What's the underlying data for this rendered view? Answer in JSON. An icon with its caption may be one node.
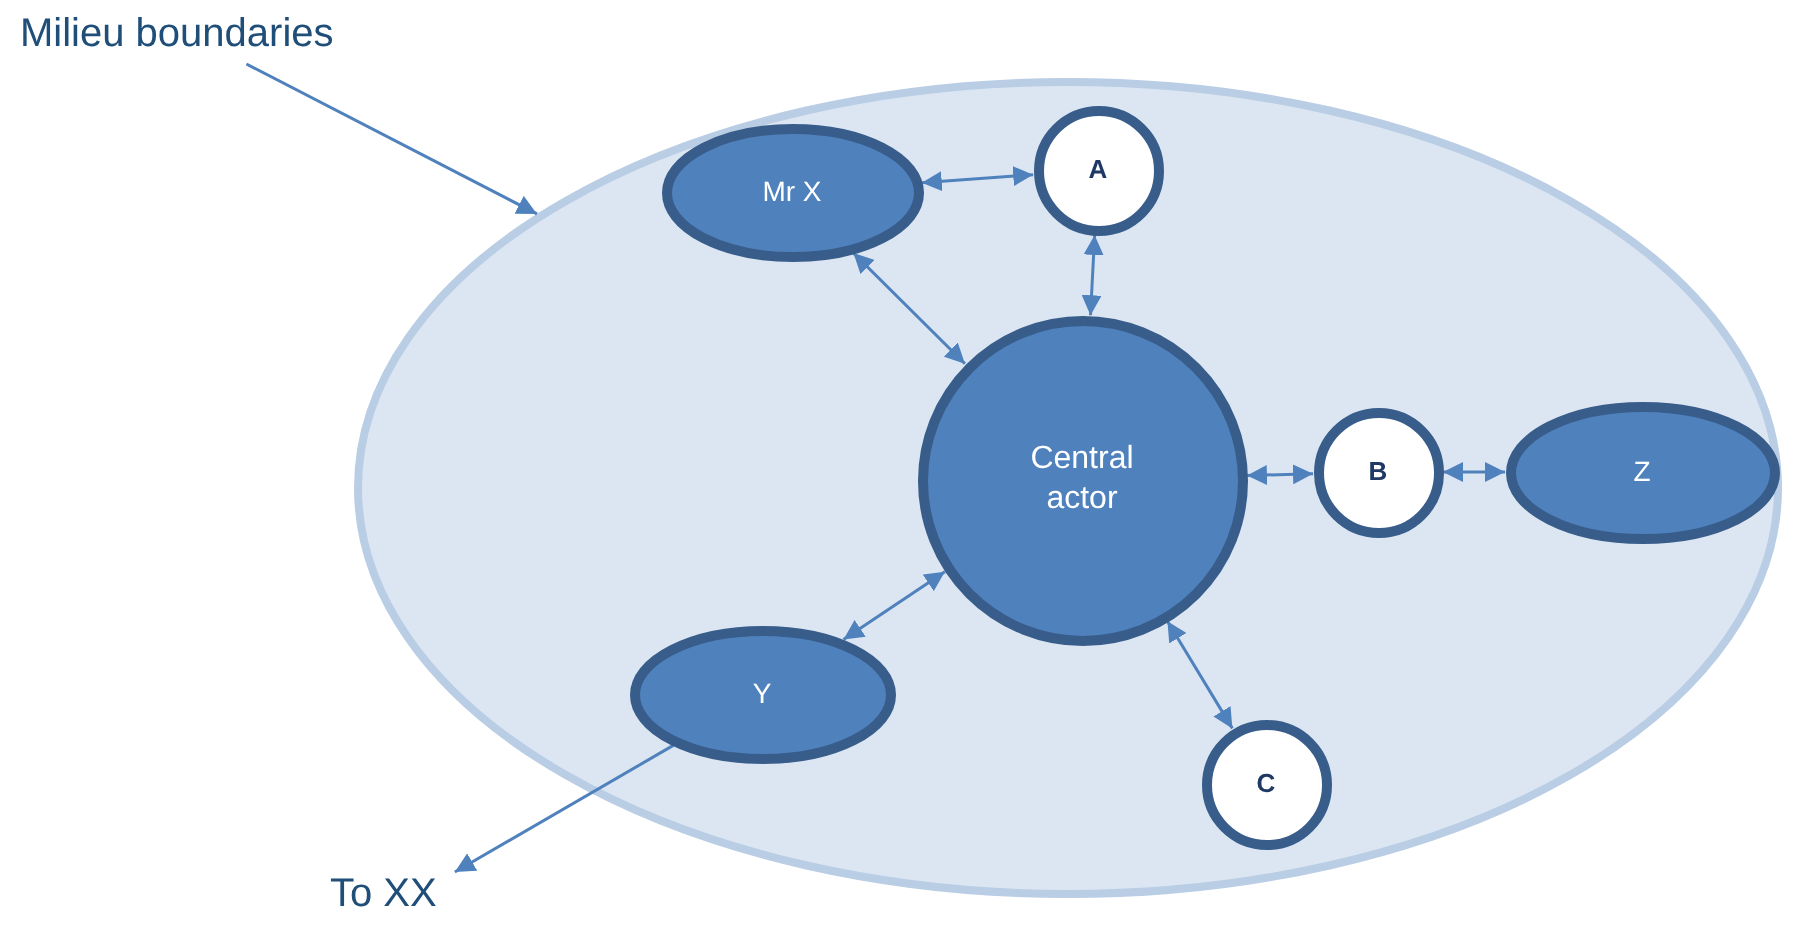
{
  "diagram": {
    "nodes": [
      {
        "text": [
          "Milieu boundaries"
        ]
      },
      {
        "text": [],
        "shape": "ellipse"
      },
      {
        "text": [
          "Mr X"
        ],
        "in": 1
      },
      {
        "text": [
          "A"
        ],
        "in": 1
      },
      {
        "text": [
          "Central actor"
        ],
        "in": 1
      },
      {
        "text": [
          "B"
        ],
        "in": 1
      },
      {
        "text": [
          "Z"
        ],
        "in": 1
      },
      {
        "text": [
          "Y"
        ],
        "in": 1
      },
      {
        "text": [
          "C"
        ],
        "in": 1
      },
      {
        "text": [
          "To XX"
        ]
      }
    ],
    "edges": [
      {
        "from": 0,
        "to": 1,
        "arrow": "to"
      },
      {
        "from": 2,
        "to": 3,
        "arrow": "both"
      },
      {
        "from": 3,
        "to": 4,
        "arrow": "both"
      },
      {
        "from": 2,
        "to": 4,
        "arrow": "both"
      },
      {
        "from": 4,
        "to": 5,
        "arrow": "both"
      },
      {
        "from": 5,
        "to": 6,
        "arrow": "both"
      },
      {
        "from": 4,
        "to": 8,
        "arrow": "both"
      },
      {
        "from": 4,
        "to": 7,
        "arrow": "both"
      },
      {
        "from": 7,
        "to": 9,
        "arrow": "to"
      }
    ]
  }
}
